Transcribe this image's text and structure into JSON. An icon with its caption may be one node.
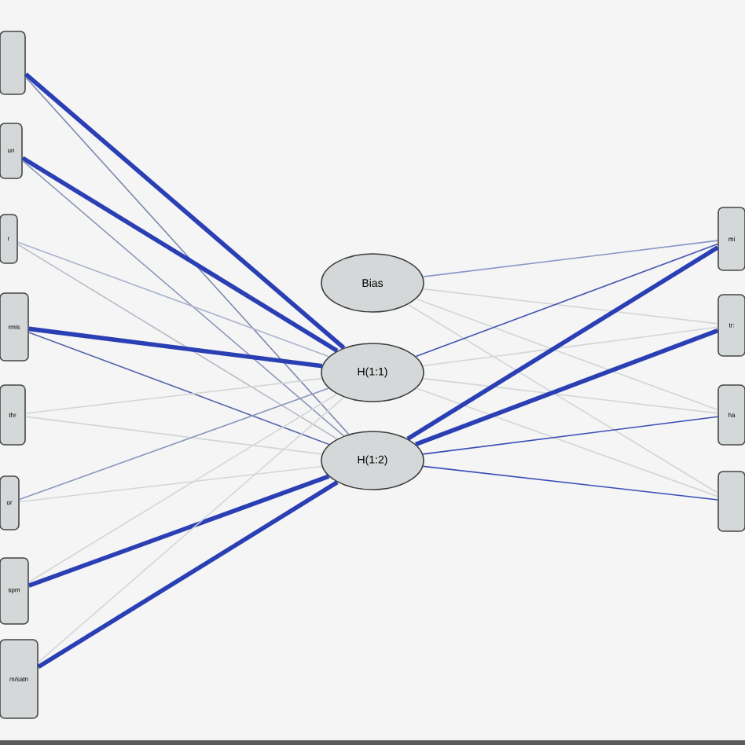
{
  "diagram": {
    "nodes": [
      {
        "text": [],
        "shape": "box"
      },
      {
        "text": [
          "un"
        ]
      },
      {
        "text": [
          "r"
        ]
      },
      {
        "text": [
          "rmis"
        ]
      },
      {
        "text": [
          "thr"
        ]
      },
      {
        "text": [
          "or"
        ]
      },
      {
        "text": [
          "spm"
        ]
      },
      {
        "text": [
          "m/satn"
        ]
      },
      {
        "text": [
          "Bias"
        ]
      },
      {
        "text": [
          "H(1:1)"
        ]
      },
      {
        "text": [
          "H(1:2)"
        ]
      },
      {
        "text": [
          "mi"
        ]
      },
      {
        "text": [
          "tr:"
        ]
      },
      {
        "text": [
          "ha"
        ]
      },
      {
        "text": [],
        "shape": "box"
      }
    ],
    "edges": [
      {
        "from": 0,
        "to": 9,
        "arrow": "none",
        "style": "thick",
        "color": "#2b3fb5"
      },
      {
        "from": 0,
        "to": 10,
        "arrow": "none",
        "color": "#7a86ad"
      },
      {
        "from": 1,
        "to": 9,
        "arrow": "none",
        "style": "thick",
        "color": "#2b3fb5"
      },
      {
        "from": 1,
        "to": 10,
        "arrow": "none",
        "color": "#8a96b8"
      },
      {
        "from": 2,
        "to": 9,
        "arrow": "none",
        "color": "#a9b3cc"
      },
      {
        "from": 2,
        "to": 10,
        "arrow": "none",
        "color": "#b8bcc8"
      },
      {
        "from": 3,
        "to": 9,
        "arrow": "none",
        "style": "thick",
        "color": "#2b3fb5"
      },
      {
        "from": 3,
        "to": 10,
        "arrow": "none",
        "color": "#5566aa"
      },
      {
        "from": 4,
        "to": 9,
        "arrow": "none"
      },
      {
        "from": 4,
        "to": 10,
        "arrow": "none"
      },
      {
        "from": 5,
        "to": 9,
        "arrow": "none",
        "color": "#8a96c0"
      },
      {
        "from": 5,
        "to": 10,
        "arrow": "none"
      },
      {
        "from": 6,
        "to": 9,
        "arrow": "none"
      },
      {
        "from": 6,
        "to": 10,
        "arrow": "none",
        "style": "thick",
        "color": "#2b3fb5"
      },
      {
        "from": 7,
        "to": 9,
        "arrow": "none"
      },
      {
        "from": 7,
        "to": 10,
        "arrow": "none",
        "style": "thick",
        "color": "#2b3fb5"
      },
      {
        "from": 8,
        "to": 11,
        "arrow": "none",
        "color": "#8a96c8"
      },
      {
        "from": 8,
        "to": 12,
        "arrow": "none"
      },
      {
        "from": 8,
        "to": 13,
        "arrow": "none"
      },
      {
        "from": 8,
        "to": 14,
        "arrow": "none"
      },
      {
        "from": 9,
        "to": 11,
        "arrow": "none",
        "color": "#4455b0"
      },
      {
        "from": 9,
        "to": 12,
        "arrow": "none"
      },
      {
        "from": 9,
        "to": 13,
        "arrow": "none"
      },
      {
        "from": 9,
        "to": 14,
        "arrow": "none"
      },
      {
        "from": 10,
        "to": 11,
        "arrow": "none",
        "style": "thick",
        "color": "#2b3fb5"
      },
      {
        "from": 10,
        "to": 12,
        "arrow": "none",
        "style": "thick",
        "color": "#2b3fb5"
      },
      {
        "from": 10,
        "to": 13,
        "arrow": "none",
        "color": "#3a4db5"
      },
      {
        "from": 10,
        "to": 14,
        "arrow": "none",
        "color": "#3a4db5"
      }
    ]
  }
}
